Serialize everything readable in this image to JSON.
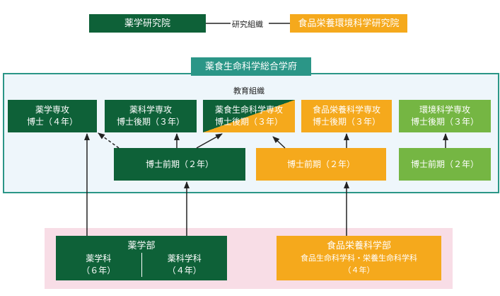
{
  "legend": {
    "left_label": "薬学研究院",
    "link_label": "研究組織",
    "right_label": "食品栄養環境科学研究院"
  },
  "school_title": "薬食生命科学総合学府",
  "edu_label": "教育組織",
  "programs": {
    "pharm_doctor": [
      "薬学専攻",
      "博士（４年）"
    ],
    "pharm_sci": [
      "薬科学専攻",
      "博士後期（３年）"
    ],
    "food_life": [
      "薬食生命科学専攻",
      "博士後期（３年）"
    ],
    "food_nutrition": [
      "食品栄養科学専攻",
      "博士後期（３年）"
    ],
    "env_sci": [
      "環境科学専攻",
      "博士後期（３年）"
    ]
  },
  "masters": {
    "pharm": "博士前期（２年）",
    "food": "博士前期（２年）",
    "env": "博士前期（２年）"
  },
  "undergrad": {
    "pharm_faculty": {
      "title": "薬学部",
      "dept1": [
        "薬学科",
        "（６年）"
      ],
      "dept2": [
        "薬科学科",
        "（４年）"
      ]
    },
    "food_faculty": {
      "title": "食品栄養科学部",
      "depts": "食品生命科学科・栄養生命科学科",
      "years": "（４年）"
    }
  },
  "colors": {
    "green": "#0e6138",
    "orange": "#f5a91c",
    "light_green": "#75b643",
    "teal": "#2b9687",
    "edu_bg": "#eef6fb",
    "undergrad_bg": "#f8dde6"
  }
}
